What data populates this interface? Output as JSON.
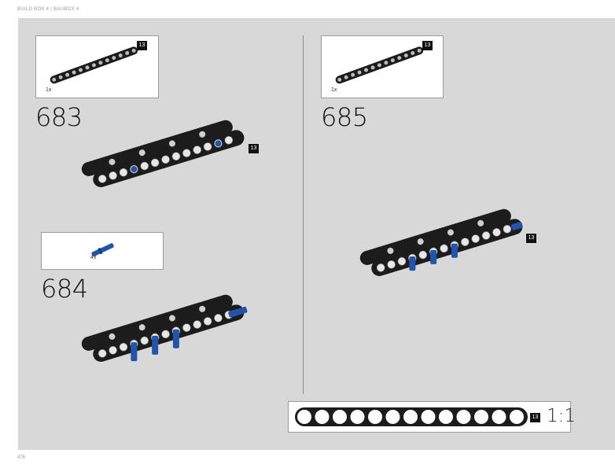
{
  "header": {
    "text": "BUILD BOX 4 | BAUBOX 4"
  },
  "footer": {
    "page_number": "478"
  },
  "steps": {
    "s683": {
      "number": "683",
      "part_qty": "1x",
      "part_tag": "13",
      "model_tag": "13"
    },
    "s684": {
      "number": "684",
      "part_qty": "4x"
    },
    "s685": {
      "number": "685",
      "part_qty": "1x",
      "part_tag": "13",
      "model_tag": "13"
    }
  },
  "ruler": {
    "tag": "13",
    "scale": "1:1"
  },
  "colors": {
    "panel": "#d8d8d8",
    "beam": "#1c1c1c",
    "pin": "#2255aa"
  }
}
